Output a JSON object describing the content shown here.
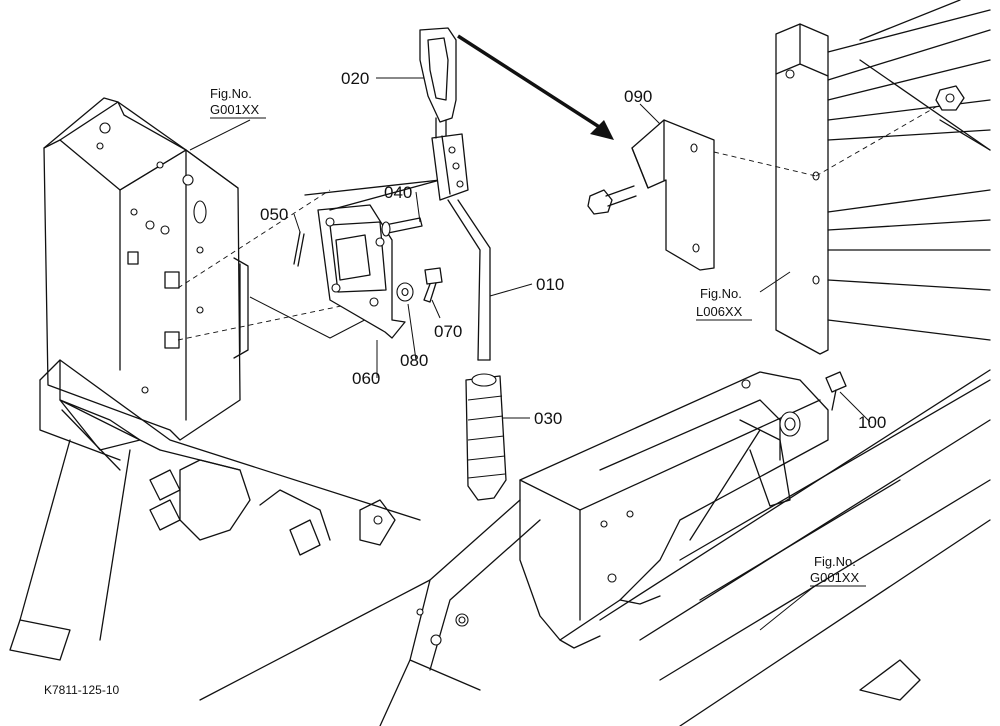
{
  "diagram": {
    "drawing_code": "K7811-125-10",
    "part_labels": {
      "p010": "010",
      "p020": "020",
      "p030": "030",
      "p040": "040",
      "p050": "050",
      "p060": "060",
      "p070": "070",
      "p080": "080",
      "p090": "090",
      "p100": "100"
    },
    "figure_refs": [
      {
        "caption": "Fig.No.",
        "code": "G001XX"
      },
      {
        "caption": "Fig.No.",
        "code": "L006XX"
      },
      {
        "caption": "Fig.No.",
        "code": "G001XX"
      }
    ]
  }
}
